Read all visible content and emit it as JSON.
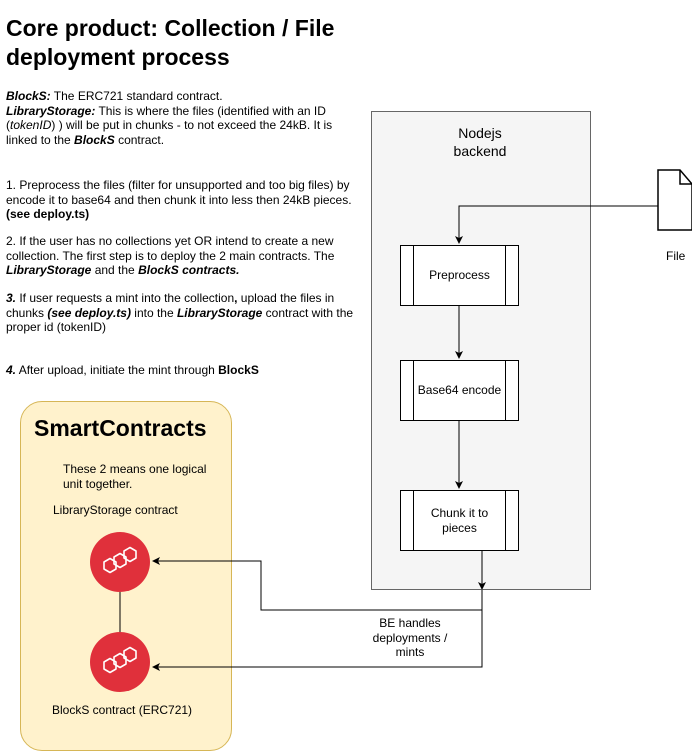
{
  "title": "Core product: Collection / File deployment process",
  "intro": {
    "blocks_name": "BlockS:",
    "blocks_desc": " The ERC721 standard contract.",
    "library_name": "LibraryStorage:",
    "library_desc_1": " This is where the files (identified with an ID (",
    "token_id": "tokenID",
    "library_desc_2": ") ) will be put in chunks - to not exceed the 24kB. It is linked to the ",
    "blocks_ref": "BlockS",
    "library_desc_3": " contract."
  },
  "steps": [
    {
      "num": "1.",
      "text": " Preprocess the files (filter for unsupported and too big files) by encode it to base64 and then chunk it into less then 24kB pieces. ",
      "bold": "(see deploy.ts)"
    },
    {
      "num": "2.",
      "text_a": " If the user has no collections yet OR intend to create a new collection. The first step is to deploy the 2 main contracts. The ",
      "emph_a": "LibraryStorage",
      "text_b": " and the ",
      "emph_b": "BlockS contracts."
    },
    {
      "num": "3.",
      "text_a": " If user requests a mint into the collection",
      "comma": ",",
      "text_b": " upload the files in chunks ",
      "emph_a": "(see deploy.ts)",
      "text_c": " into the ",
      "emph_b": "LibraryStorage",
      "text_d": " contract with the proper id (tokenID)"
    },
    {
      "num": "4.",
      "text": " After upload, initiate the mint through ",
      "bold": "BlockS"
    }
  ],
  "smart_contracts": {
    "title": "SmartContracts",
    "note": "These 2 means one logical unit together.",
    "library_label": "LibraryStorage contract",
    "blocks_label": "BlockS contract (ERC721)",
    "icon_color": "#e0303b",
    "fill": "#fff2cc",
    "stroke": "#d6b656"
  },
  "backend": {
    "label_line1": "Nodejs",
    "label_line2": "backend",
    "steps": [
      "Preprocess",
      "Base64 encode",
      "Chunk it to pieces"
    ]
  },
  "file_label": "File",
  "edge_label": "BE handles deployments / mints"
}
